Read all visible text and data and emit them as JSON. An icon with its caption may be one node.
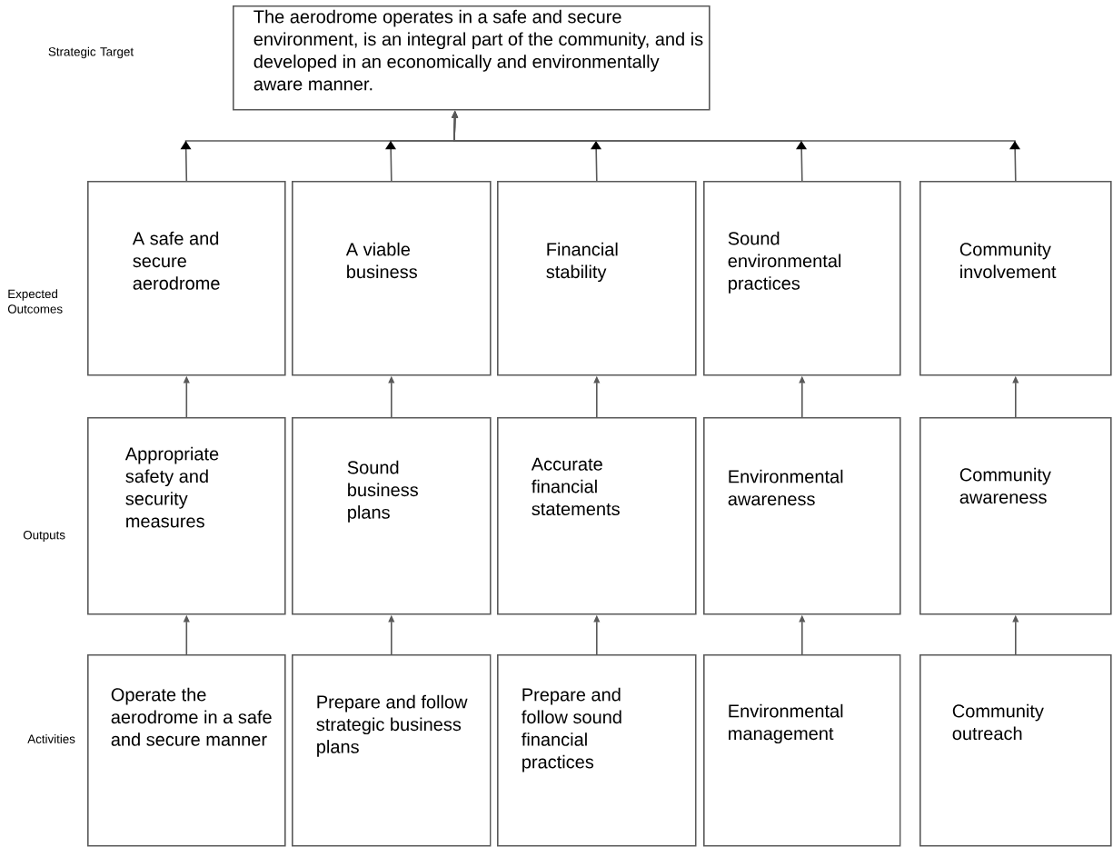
{
  "diagram": {
    "nodes": [
      {
        "text": [
          "The aerodrome operates in a safe and secure environment, is an integral part of the community, and is developed in an economically and environmentally aware manner."
        ]
      },
      {
        "text": [
          "A safe and secure aerodrome"
        ]
      },
      {
        "text": [
          "A viable business"
        ]
      },
      {
        "text": [
          "Financial stability"
        ]
      },
      {
        "text": [
          "Sound environmental practices"
        ]
      },
      {
        "text": [
          "Community involvement"
        ]
      },
      {
        "text": [
          "Appropriate safety and security measures"
        ]
      },
      {
        "text": [
          "Sound business plans"
        ]
      },
      {
        "text": [
          "Accurate financial statements"
        ]
      },
      {
        "text": [
          "Environmental awareness"
        ]
      },
      {
        "text": [
          "Community awareness"
        ]
      },
      {
        "text": [
          "Operate the aerodrome in a safe and secure manner"
        ]
      },
      {
        "text": [
          "Prepare and follow strategic business plans"
        ]
      },
      {
        "text": [
          "Prepare and follow sound financial practices"
        ]
      },
      {
        "text": [
          "Environmental management"
        ]
      },
      {
        "text": [
          "Community outreach"
        ]
      }
    ],
    "edges": [
      {
        "from": 1,
        "to": 0,
        "arrow": "to"
      },
      {
        "from": 2,
        "to": 0,
        "arrow": "to"
      },
      {
        "from": 3,
        "to": 0,
        "arrow": "to"
      },
      {
        "from": 4,
        "to": 0,
        "arrow": "to"
      },
      {
        "from": 5,
        "to": 0,
        "arrow": "to"
      },
      {
        "from": 6,
        "to": 1,
        "arrow": "to"
      },
      {
        "from": 7,
        "to": 2,
        "arrow": "to"
      },
      {
        "from": 8,
        "to": 3,
        "arrow": "to"
      },
      {
        "from": 9,
        "to": 4,
        "arrow": "to"
      },
      {
        "from": 10,
        "to": 5,
        "arrow": "to"
      },
      {
        "from": 11,
        "to": 6,
        "arrow": "to"
      },
      {
        "from": 12,
        "to": 7,
        "arrow": "to"
      },
      {
        "from": 13,
        "to": 8,
        "arrow": "to"
      },
      {
        "from": 14,
        "to": 9,
        "arrow": "to"
      },
      {
        "from": 15,
        "to": 10,
        "arrow": "to"
      }
    ],
    "labels": [
      "Strategic Target",
      "Expected Outcomes",
      "Outputs",
      "Activities"
    ]
  }
}
